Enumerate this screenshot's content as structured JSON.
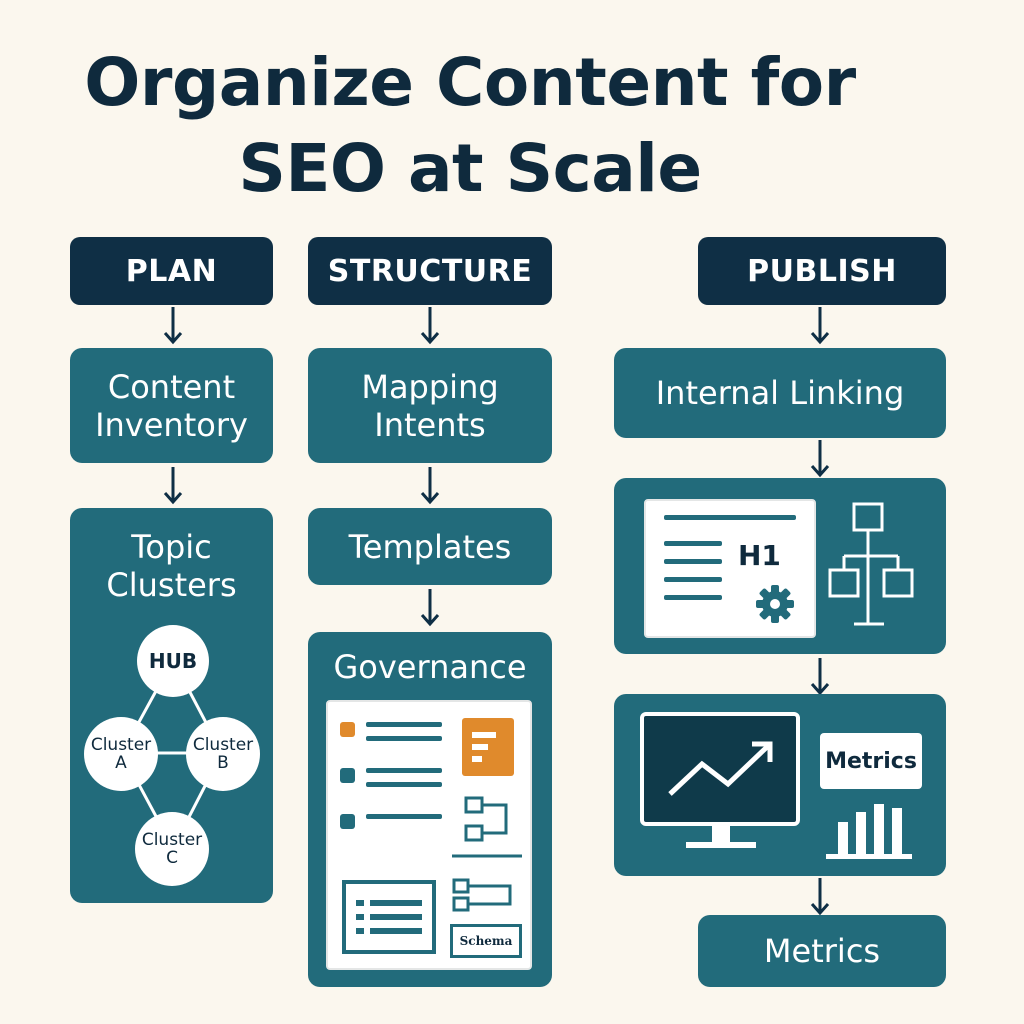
{
  "title": {
    "line1": "Organize Content for",
    "line2": "SEO at Scale"
  },
  "columns": {
    "plan": {
      "header": "PLAN",
      "step1": {
        "line1": "Content",
        "line2": "Inventory"
      },
      "step2": {
        "line1": "Topic",
        "line2": "Clusters"
      },
      "cluster_diagram": {
        "hub": "HUB",
        "a": {
          "line1": "Cluster",
          "line2": "A"
        },
        "b": {
          "line1": "Cluster",
          "line2": "B"
        },
        "c": {
          "line1": "Cluster",
          "line2": "C"
        }
      }
    },
    "structure": {
      "header": "STRUCTURE",
      "step1": {
        "line1": "Mapping",
        "line2": "Intents"
      },
      "step2": "Templates",
      "step3": "Governance",
      "schema_label": "Schema"
    },
    "publish": {
      "header": "PUBLISH",
      "step1": "Internal Linking",
      "heading_tag": "H1",
      "metrics_label": "Metrics",
      "step_final": "Metrics"
    }
  },
  "colors": {
    "background": "#fbf7ee",
    "header": "#0f2f45",
    "box": "#226b7b",
    "accent": "#e08a2c"
  },
  "icons": [
    "gear-icon",
    "sitemap-icon",
    "trend-chart-icon",
    "bar-chart-icon",
    "checklist-icon"
  ]
}
